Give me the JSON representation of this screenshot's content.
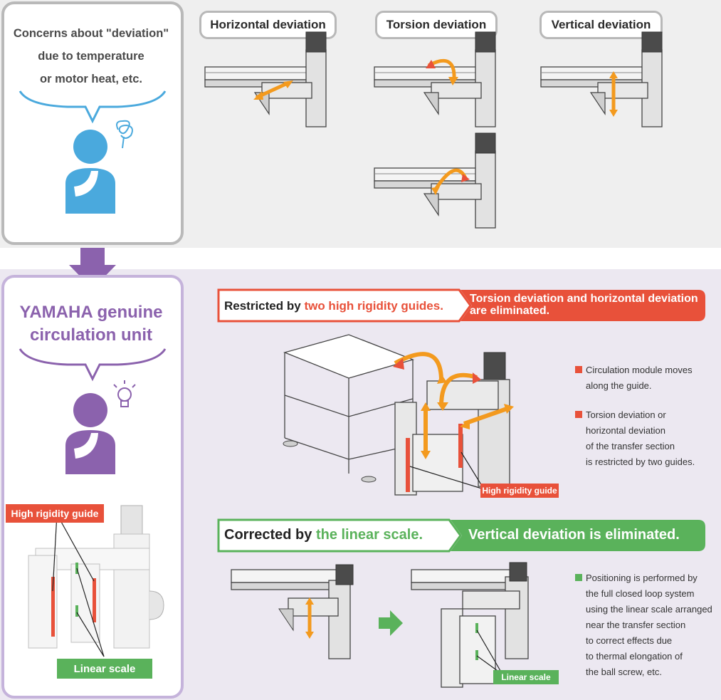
{
  "concern": {
    "lines": [
      "Concerns about \"deviation\"",
      "due to temperature",
      "or motor heat, etc."
    ]
  },
  "deviations": [
    {
      "label": "Horizontal deviation"
    },
    {
      "label": "Torsion deviation"
    },
    {
      "label": "Vertical deviation"
    }
  ],
  "yamaha": {
    "lines": [
      "YAMAHA genuine",
      "circulation unit"
    ],
    "tag_guide": "High rigidity guide",
    "tag_scale": "Linear scale"
  },
  "restricted": {
    "prefix": "Restricted by ",
    "highlight": "two high rigidity guides.",
    "result_lines": [
      "Torsion deviation and horizontal deviation",
      "are eliminated."
    ],
    "guide_tag": "High rigidity guide",
    "notes": [
      {
        "lines": [
          "Circulation module moves",
          "along the guide."
        ]
      },
      {
        "lines": [
          "Torsion deviation or",
          "horizontal deviation",
          "of the transfer section",
          "is restricted by two guides."
        ]
      }
    ]
  },
  "corrected": {
    "prefix": "Corrected by ",
    "highlight": "the linear scale.",
    "result": "Vertical deviation is eliminated.",
    "scale_tag": "Linear scale",
    "note_lines": [
      "Positioning is performed by",
      "the full closed loop system",
      "using the linear scale arranged",
      "near the transfer section",
      "to correct effects due",
      "to thermal elongation of",
      "the ball screw, etc."
    ]
  },
  "colors": {
    "red": "#e8513a",
    "green": "#5ab25b",
    "purple": "#8b62ad",
    "orange": "#f39a1e",
    "blue": "#4aa9dd"
  }
}
